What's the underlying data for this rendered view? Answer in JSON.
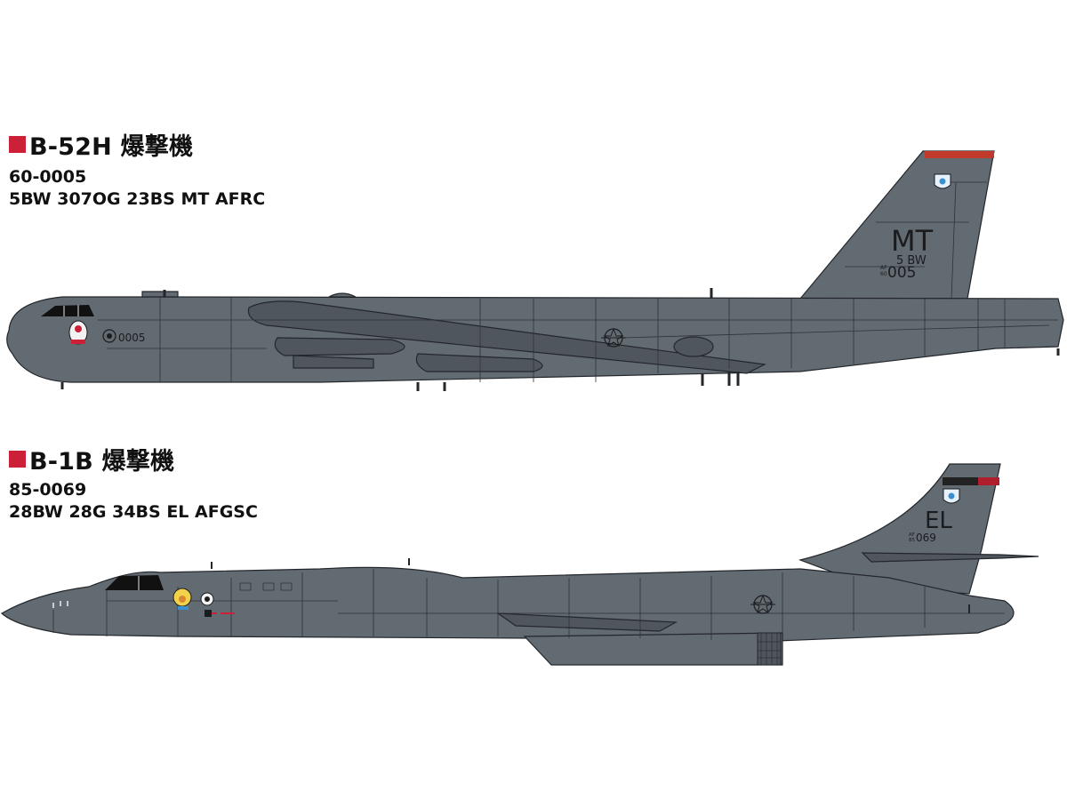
{
  "colors": {
    "accent": "#cc1f38",
    "aircraft_gray": "#626a72",
    "aircraft_gray_dark": "#4f565d",
    "canopy": "#111111",
    "tail_stripe_b52": "#c0392b",
    "tail_stripe_b1_red": "#b01e2e"
  },
  "aircraft": [
    {
      "title": "B-52H 爆撃機",
      "serial": "60-0005",
      "unit": "5BW 307OG 23BS MT AFRC",
      "tail_code": "MT",
      "tail_wing": "5 BW",
      "tail_af_prefix": "AF",
      "tail_year": "60",
      "tail_number": "005",
      "nose_number": "0005",
      "icons": [
        "command-emblem-icon",
        "nose-art-icon",
        "roundel-icon",
        "unit-badge-icon"
      ]
    },
    {
      "title": "B-1B 爆撃機",
      "serial": "85-0069",
      "unit": "28BW 28G 34BS EL AFGSC",
      "tail_code": "EL",
      "tail_af_prefix": "AF",
      "tail_year": "85",
      "tail_number": "069",
      "icons": [
        "command-emblem-icon",
        "nose-art-icon",
        "roundel-icon",
        "unit-badge-icon"
      ]
    }
  ]
}
